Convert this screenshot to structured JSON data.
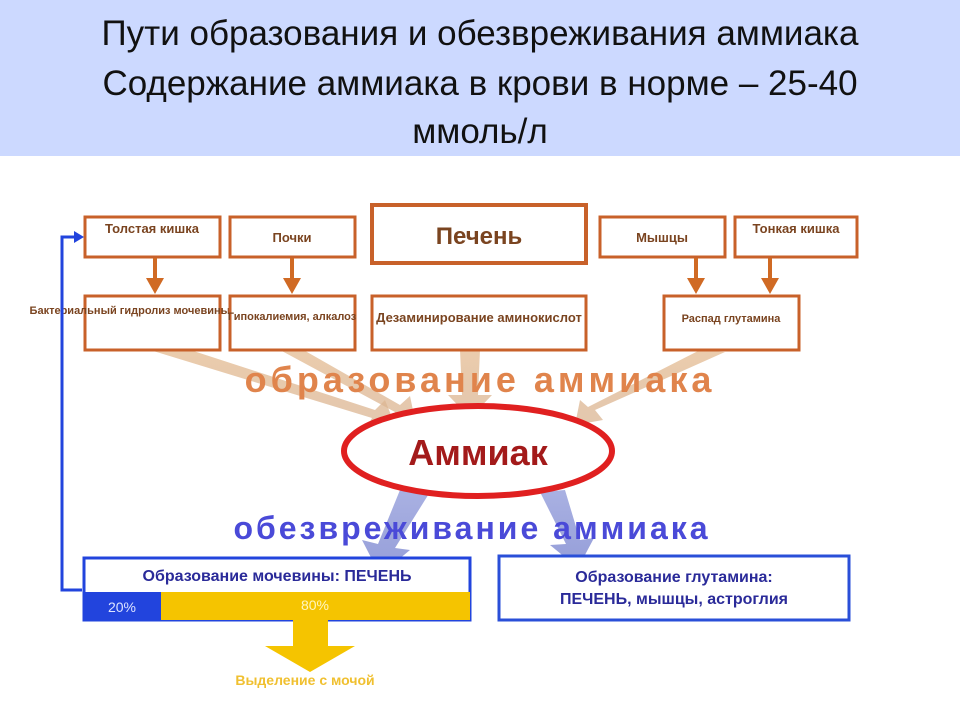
{
  "title": {
    "line1": "Пути образования и обезвреживания аммиака",
    "line2": "Содержание аммиака в крови в норме – 25-40",
    "line3": "ммоль/л"
  },
  "sources": [
    {
      "name": "Толстая кишка",
      "process": "Бактериальный гидролиз мочевины и белка"
    },
    {
      "name": "Почки",
      "process": "Гипокалиемия, алкалоз"
    },
    {
      "name": "Печень",
      "process": "Дезаминирование аминокислот"
    },
    {
      "name": "Мышцы",
      "process": "Распад глутамина"
    },
    {
      "name": "Тонкая кишка"
    }
  ],
  "labels": {
    "formation": "образование аммиака",
    "center": "Аммиак",
    "detox": "обезвреживание аммиака",
    "urea": "Образование мочевины: ПЕЧЕНЬ",
    "urea_pct_low": "20%",
    "urea_pct_high": "80%",
    "glutamine_line1": "Образование глутамина:",
    "glutamine_line2": "ПЕЧЕНЬ, мышцы, астроглия",
    "excretion": "Выделение с мочой"
  },
  "colors": {
    "title_band": "#ccd9ff",
    "box_border": "#c8612a",
    "box_text": "#7a4420",
    "formation_band": "#e0844c",
    "ammonia_ring": "#e02020",
    "detox_band": "#4a4ad8",
    "blue_box": "#2a4fd8",
    "bar_blue": "#2244dd",
    "bar_yellow": "#f5c400"
  }
}
